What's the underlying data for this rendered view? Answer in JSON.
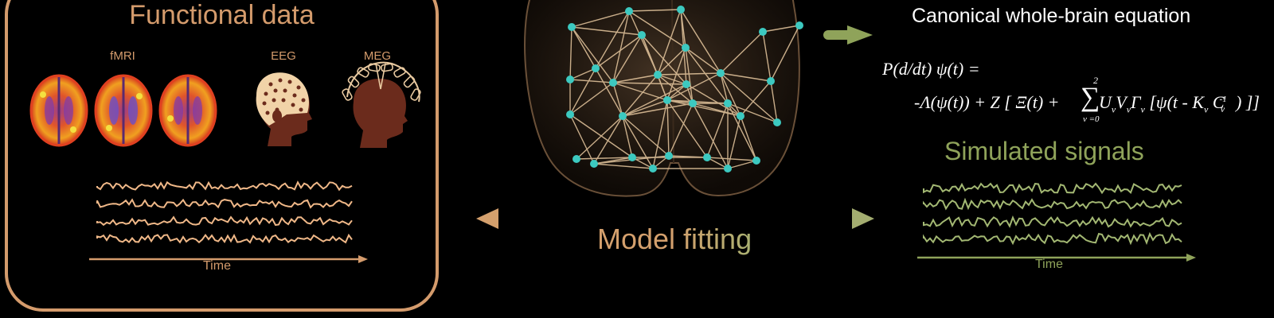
{
  "functional": {
    "title": "Functional data",
    "modalities": [
      "fMRI",
      "EEG",
      "MEG"
    ],
    "time_label": "Time"
  },
  "equation": {
    "title": "Canonical whole-brain equation",
    "line1": "P(d/dt) ψ(t) =",
    "line2a": "-Λ(ψ(t)) + Z [ Ξ(t) + ",
    "sum_glyph": "∑",
    "sum_upper": "2",
    "sum_lower": "v =0",
    "line2b": "U",
    "line2c": "v",
    "line2d": "V",
    "line2e": "v",
    "line2f": "Γ",
    "line2g": "v",
    "line2h": " [ψ(t - K",
    "line2i": "v",
    "line2j": " C",
    "line2k": "v",
    "line2l": "-1",
    "line2m": ") ]]"
  },
  "simulated": {
    "title": "Simulated signals",
    "time_label": "Time"
  },
  "fitting": {
    "label": "Model fitting"
  },
  "colors": {
    "copper": "#d49b6c",
    "green": "#8fa35a",
    "node": "#3cc9c0",
    "edge": "#e8c9a0"
  }
}
